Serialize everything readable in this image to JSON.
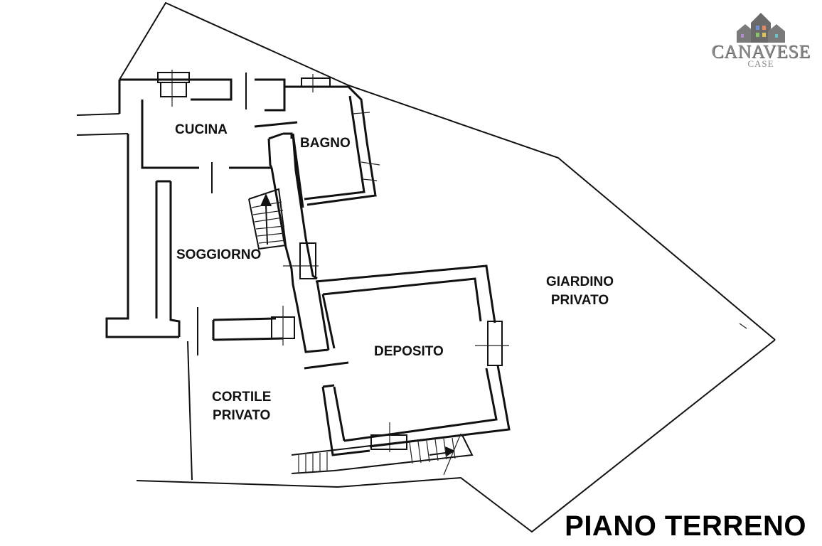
{
  "plan_title": "PIANO TERRENO",
  "logo": {
    "main": "CANAVESE",
    "sub": "CASE"
  },
  "rooms": {
    "cucina": "CUCINA",
    "bagno": "BAGNO",
    "soggiorno": "SOGGIORNO",
    "deposito": "DEPOSITO",
    "giardino_line1": "GIARDINO",
    "giardino_line2": "PRIVATO",
    "cortile_line1": "CORTILE",
    "cortile_line2": "PRIVATO"
  },
  "colors": {
    "line": "#111111",
    "background": "#ffffff",
    "logo": "#8a8a8a"
  },
  "icons": [
    "house-logo-icon",
    "stair-arrow-icon"
  ]
}
